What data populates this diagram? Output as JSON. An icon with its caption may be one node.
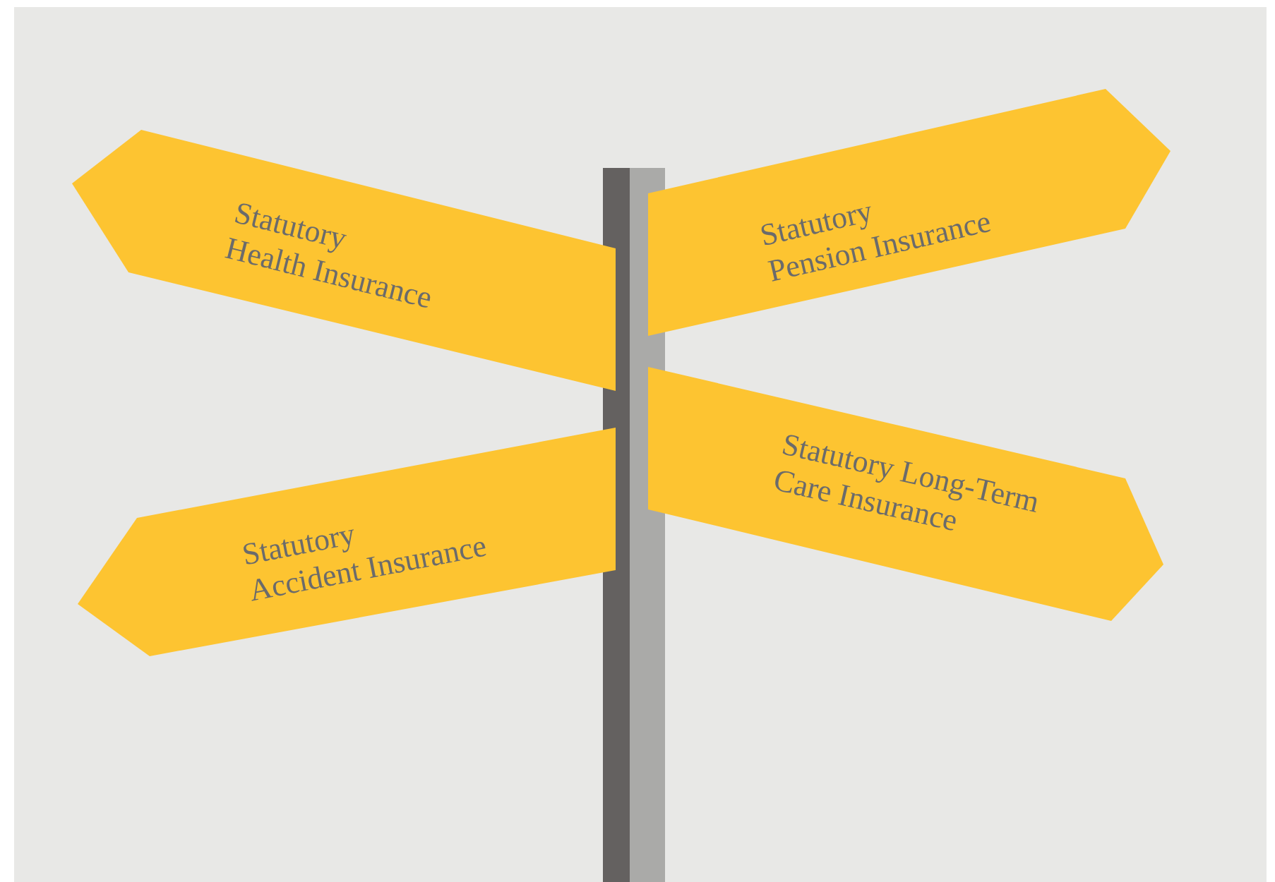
{
  "diagram": {
    "nodes": [
      {
        "text": [
          "Statutory Health Insurance"
        ]
      },
      {
        "text": [
          "Statutory Pension Insurance"
        ]
      },
      {
        "text": [
          "Statutory Accident Insurance"
        ]
      },
      {
        "text": [
          "Statutory Long-Term Care Insurance"
        ]
      }
    ]
  }
}
